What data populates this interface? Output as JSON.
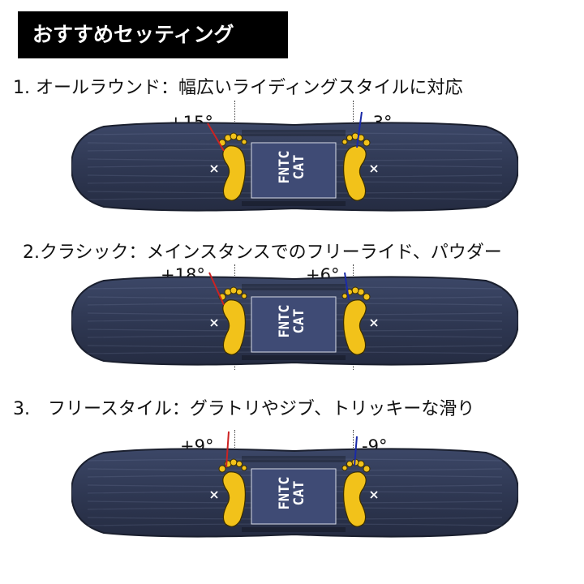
{
  "header": {
    "title": "おすすめセッティング"
  },
  "sections": [
    {
      "title": "1. オールラウンド：幅広いライディングスタイルに対応",
      "front_angle": "+15°",
      "rear_angle": "-3°"
    },
    {
      "title": "2.クラシック：メインスタンスでのフリーライド、パウダー",
      "front_angle": "+18°",
      "rear_angle": "+6°"
    },
    {
      "title": "3.　フリースタイル：グラトリやジブ、トリッキーな滑り",
      "front_angle": "+9°",
      "rear_angle": "-9°"
    }
  ],
  "board": {
    "logo_line1": "FNTC",
    "logo_line2": "CAT"
  },
  "colors": {
    "board_base": "#2f3853",
    "board_edge": "#1a1f2e",
    "foot": "#f2c21a",
    "front_line": "#cc2222",
    "rear_line": "#1a2aa8",
    "header_bg": "#000000"
  }
}
